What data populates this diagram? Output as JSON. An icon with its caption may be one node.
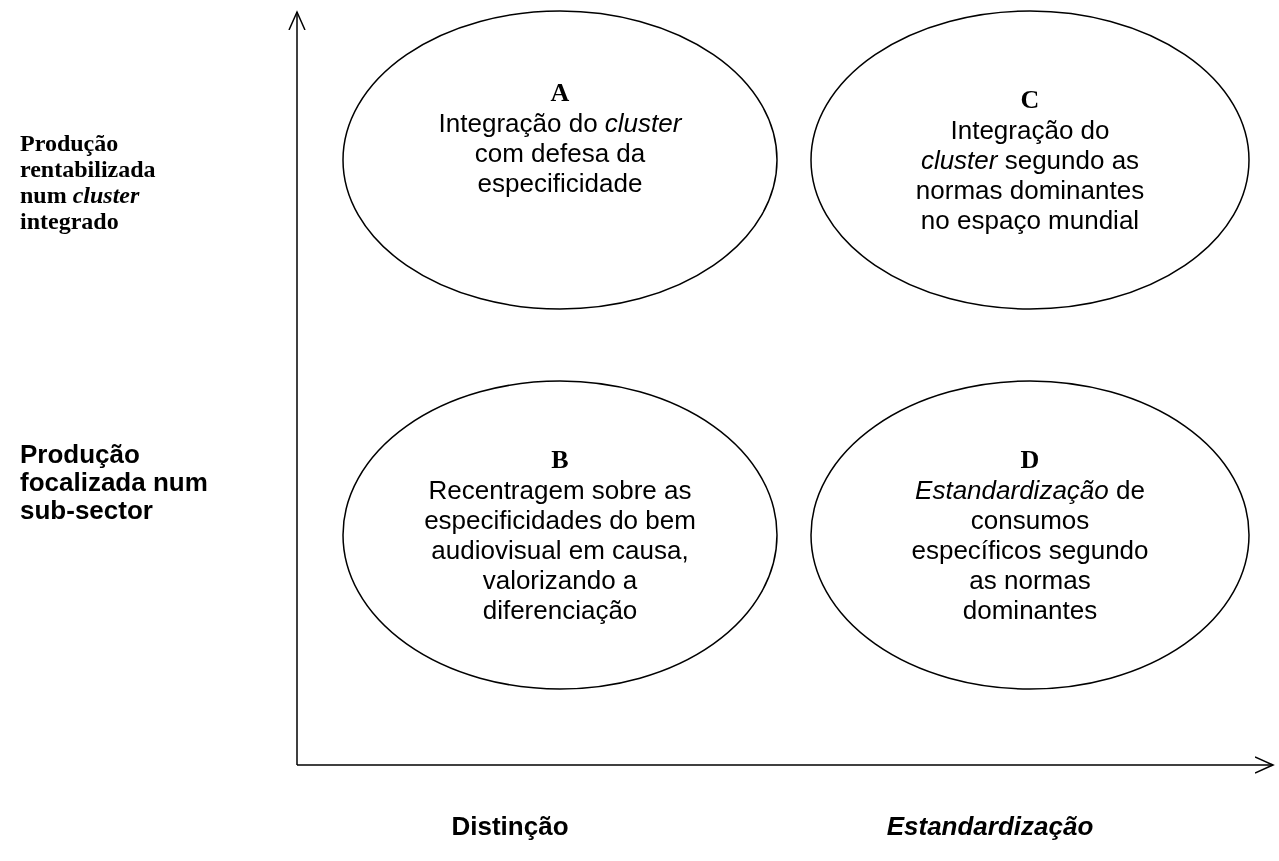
{
  "diagram": {
    "nodes": [
      {
        "text": [
          "A",
          "Integração do *cluster* com defesa da especificidade"
        ]
      },
      {
        "text": [
          "C",
          "Integração do *cluster* segundo as normas dominantes no espaço mundial"
        ]
      },
      {
        "text": [
          "B",
          "Recentragem sobre as especificidades do bem audiovisual em causa, valorizando a diferenciação"
        ]
      },
      {
        "text": [
          "D",
          "*Estandardização* de consumos específicos segundo as normas dominantes"
        ]
      }
    ],
    "edges": [],
    "labels": [
      "Produção rentabilizada num *cluster* integrado",
      "Produção focalizada num sub-sector",
      "Distinção",
      "Estandardização"
    ]
  }
}
